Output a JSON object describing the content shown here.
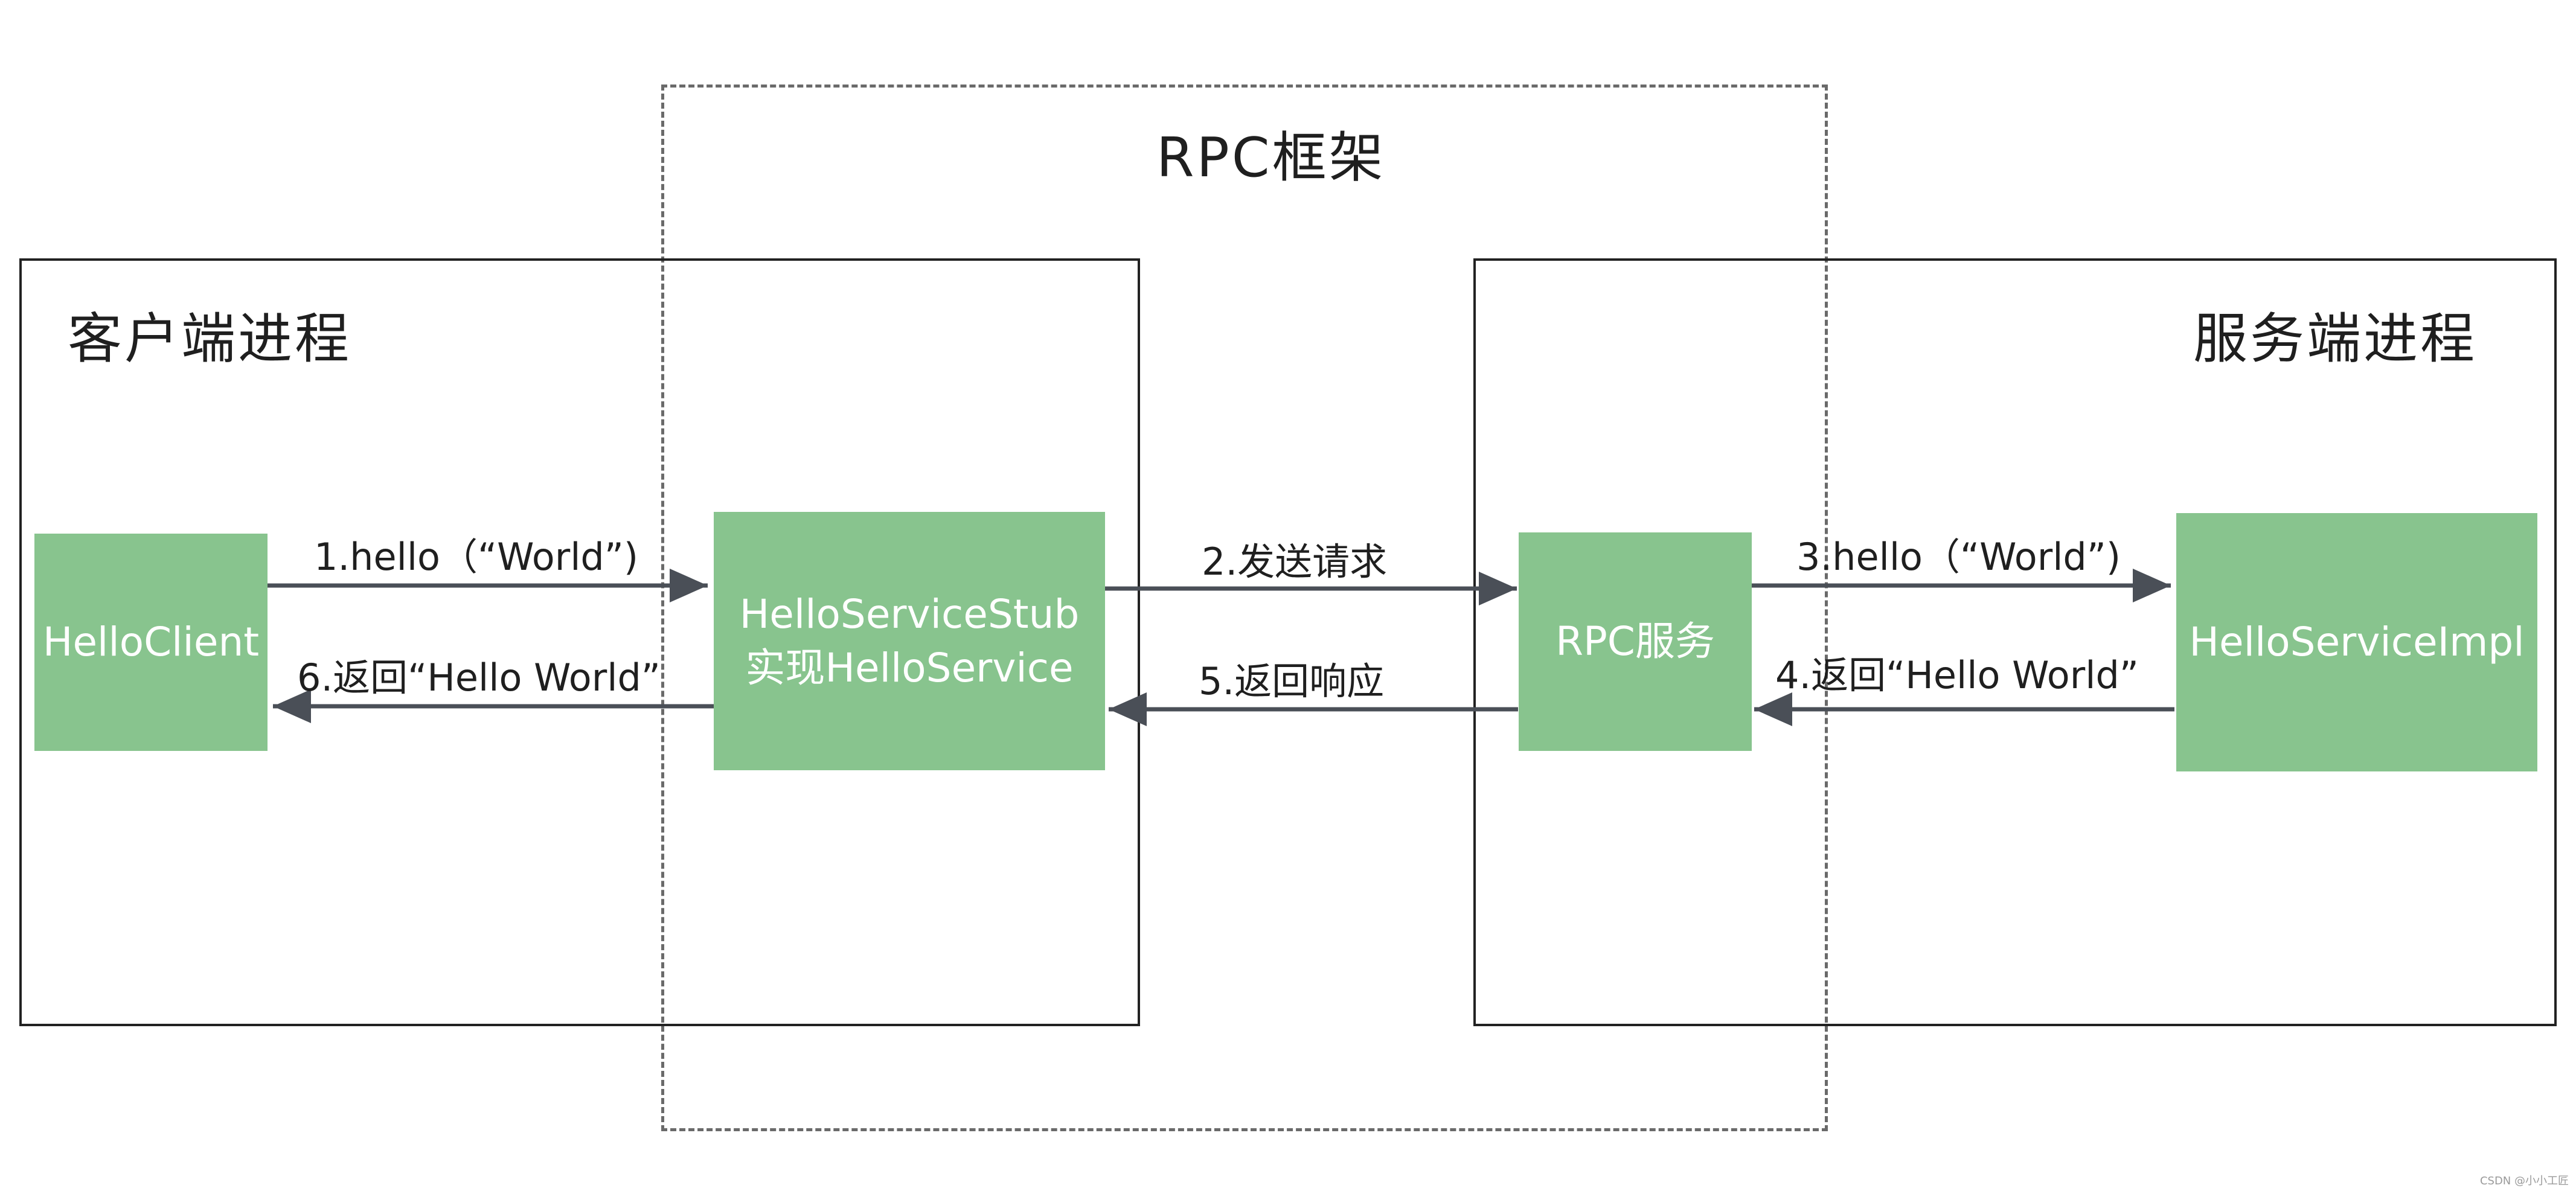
{
  "framework": {
    "title": "RPC框架"
  },
  "client_process": {
    "title": "客户端进程",
    "client_box": "HelloClient",
    "stub_box": {
      "line1": "HelloServiceStub",
      "line2": "实现HelloService"
    }
  },
  "server_process": {
    "title": "服务端进程",
    "rpc_box": "RPC服务",
    "impl_box": "HelloServiceImpl"
  },
  "arrows": {
    "step1": "1.hello（“World”)",
    "step2": "2.发送请求",
    "step3": "3.hello（“World”)",
    "step4": "4.返回“Hello World”",
    "step5": "5.返回响应",
    "step6": "6.返回“Hello World”"
  },
  "watermark": "CSDN @小小工匠",
  "colors": {
    "box_fill": "#88c48e",
    "box_text": "#ffffff",
    "arrow": "#4a4f57",
    "frame_border": "#222222",
    "dashed_border": "#6a6a6a"
  }
}
